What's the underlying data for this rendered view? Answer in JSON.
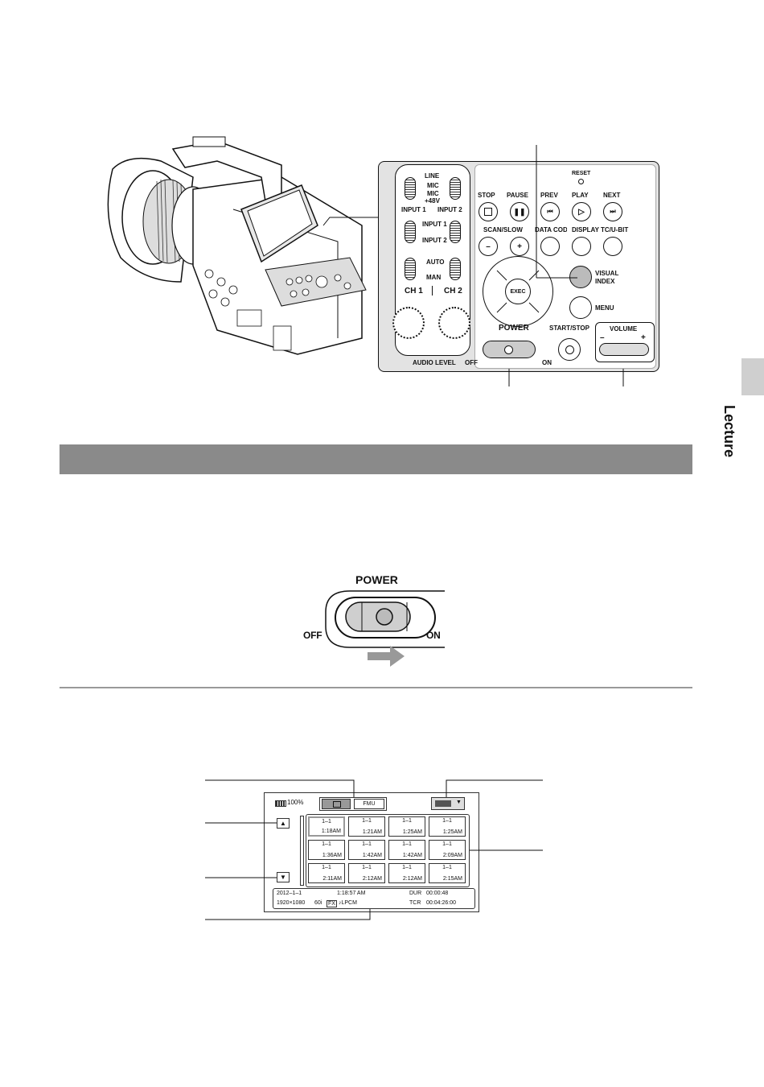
{
  "side_tab": {
    "label": "Lecture"
  },
  "panel": {
    "audio": {
      "line": "LINE",
      "mic": "MIC",
      "mic48": "MIC",
      "plus48v": "+48V",
      "input1": "INPUT 1",
      "input2": "INPUT 2",
      "input1b": "INPUT 1",
      "input2b": "INPUT 2",
      "auto": "AUTO",
      "man": "MAN",
      "ch1": "CH 1",
      "ch2": "CH 2",
      "audio_level": "AUDIO LEVEL"
    },
    "reset": "RESET",
    "stop": "STOP",
    "pause": "PAUSE",
    "prev": "PREV",
    "play": "PLAY",
    "next": "NEXT",
    "scan_slow": "SCAN/SLOW",
    "minus": "–",
    "plus": "+",
    "data_code": "DATA CODE",
    "display": "DISPLAY",
    "tc_ubit": "TC/U-BIT",
    "exec": "EXEC",
    "visual": "VISUAL",
    "index": "INDEX",
    "menu": "MENU",
    "power": "POWER",
    "start_stop": "START/STOP",
    "volume": "VOLUME",
    "off": "OFF",
    "on": "ON",
    "vol_minus": "–",
    "vol_plus": "+"
  },
  "power_switch": {
    "title": "POWER",
    "off": "OFF",
    "on": "ON"
  },
  "screen": {
    "battery": "100%",
    "tab_fmu": "FMU",
    "thumbnails": [
      {
        "a": "1–1",
        "b": "1:18AM"
      },
      {
        "a": "1–1",
        "b": "1:21AM"
      },
      {
        "a": "1–1",
        "b": "1:25AM"
      },
      {
        "a": "1–1",
        "b": "1:25AM"
      },
      {
        "a": "1–1",
        "b": "1:36AM"
      },
      {
        "a": "1–1",
        "b": "1:42AM"
      },
      {
        "a": "1–1",
        "b": "1:42AM"
      },
      {
        "a": "1–1",
        "b": "2:09AM"
      },
      {
        "a": "1–1",
        "b": "2:11AM"
      },
      {
        "a": "1–1",
        "b": "2:12AM"
      },
      {
        "a": "1–1",
        "b": "2:12AM"
      },
      {
        "a": "1–1",
        "b": "2:15AM"
      }
    ],
    "up": "▲",
    "down": "▼",
    "date": "2012–1–1",
    "time": "1:18:57 AM",
    "dur_label": "DUR",
    "dur": "00:00:48",
    "res": "1920×1080",
    "rate": "60i",
    "fx": "FX",
    "audio": "♪LPCM",
    "tcr_label": "TCR",
    "tcr": "00:04:26:00"
  }
}
